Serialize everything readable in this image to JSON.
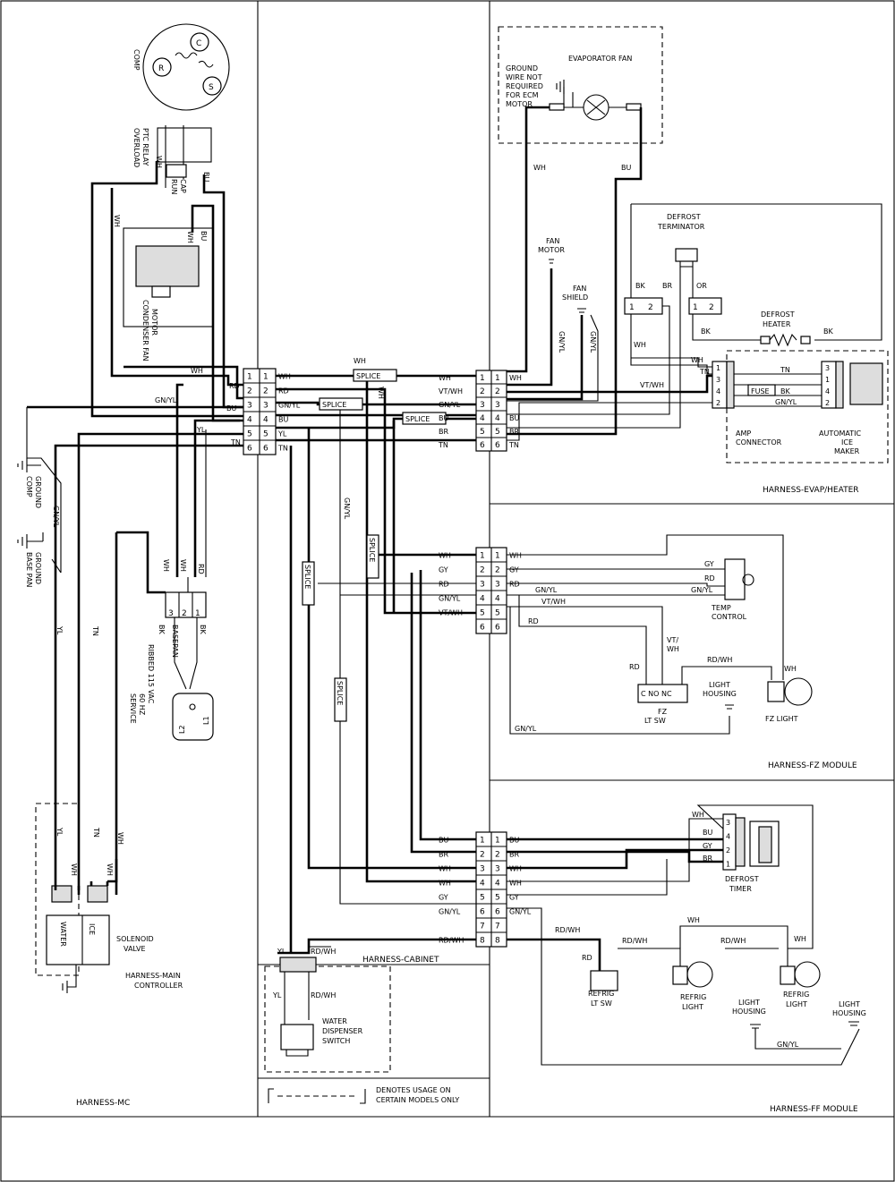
{
  "harness_labels": {
    "mc": "HARNESS-MC",
    "cabinet": "HARNESS-CABINET",
    "evap_heater": "HARNESS-EVAP/HEATER",
    "fz_module": "HARNESS-FZ MODULE",
    "ff_module": "HARNESS-FF MODULE",
    "main_controller": [
      "HARNESS-MAIN",
      "CONTROLLER"
    ]
  },
  "components": {
    "comp": "COMP",
    "overload_ptc": [
      "OVERLOAD",
      "PTC RELAY"
    ],
    "run_cap": [
      "RUN",
      "CAP"
    ],
    "condenser_fan_motor": [
      "CONDENSER FAN",
      "MOTOR"
    ],
    "comp_ground": [
      "COMP",
      "GROUND"
    ],
    "base_pan_ground": [
      "BASE PAN",
      "GROUND"
    ],
    "basepan": "BASEPAN",
    "service_cord": [
      "RIBBED  115 VAC",
      "60 HZ",
      "SERVICE"
    ],
    "solenoid_valve": [
      "SOLENOID",
      "VALVE"
    ],
    "water": "WATER",
    "ice": "ICE",
    "evaporator_fan": "EVAPORATOR FAN",
    "ground_note": [
      "GROUND",
      "WIRE NOT",
      "REQUIRED",
      "FOR ECM",
      "MOTOR"
    ],
    "fan_motor": [
      "FAN",
      "MOTOR"
    ],
    "fan_shield": [
      "FAN",
      "SHIELD"
    ],
    "defrost_terminator": [
      "DEFROST",
      "TERMINATOR"
    ],
    "defrost_heater": [
      "DEFROST",
      "HEATER"
    ],
    "amp_connector": [
      "AMP",
      "CONNECTOR"
    ],
    "automatic_ice_maker": [
      "AUTOMATIC",
      "ICE",
      "MAKER"
    ],
    "fuse": "FUSE",
    "temp_control": [
      "TEMP",
      "CONTROL"
    ],
    "light_housing": [
      "LIGHT",
      "HOUSING"
    ],
    "fz_light": "FZ LIGHT",
    "fz_lt_sw": [
      "FZ",
      "LT SW"
    ],
    "defrost_timer": [
      "DEFROST",
      "TIMER"
    ],
    "refrig_lt_sw": [
      "REFRIG",
      "LT SW"
    ],
    "refrig_light": [
      "REFRIG",
      "LIGHT"
    ],
    "water_dispenser_switch": [
      "WATER",
      "DISPENSER",
      "SWITCH"
    ],
    "splice": "SPLICE",
    "switch_terms": "C  NO  NC",
    "pin_1": "1",
    "pin_2": "2",
    "r": "R",
    "c": "C",
    "s": "S",
    "l1": "L1",
    "l2": "L2"
  },
  "legend": [
    "DENOTES USAGE ON",
    "CERTAIN MODELS ONLY"
  ],
  "wire_colors": {
    "wh": "WH",
    "rd": "RD",
    "gnyl": "GN/YL",
    "bu": "BU",
    "yl": "YL",
    "tn": "TN",
    "vtwh": "VT/WH",
    "br": "BR",
    "bk": "BK",
    "gy": "GY",
    "rdwh": "RD/WH",
    "or": "OR",
    "vt_wh": [
      "VT/",
      "WH"
    ]
  },
  "connectors": {
    "c1_left": [
      "WH",
      "RD",
      "GN/YL",
      "BU",
      "YL",
      "TN"
    ],
    "c1_pins": [
      "1",
      "2",
      "3",
      "4",
      "5",
      "6"
    ],
    "c2_left": [
      "WH",
      "VT/WH",
      "GN/YL",
      "BU",
      "BR",
      "TN"
    ],
    "c2_right": [
      "WH",
      "",
      "",
      "BU",
      "BR",
      "TN"
    ],
    "c3_left": [
      "WH",
      "GY",
      "RD",
      "GN/YL",
      "VT/WH",
      ""
    ],
    "c3_right": [
      "WH",
      "GY",
      "RD",
      "",
      "",
      ""
    ],
    "c4_left": [
      "BU",
      "BR",
      "WH",
      "WH",
      "GY",
      "GN/YL",
      "",
      "RD/WH"
    ],
    "c4_right": [
      "BU",
      "BR",
      "WH",
      "WH",
      "GY",
      "GN/YL",
      "",
      ""
    ],
    "c4_pins": [
      "1",
      "2",
      "3",
      "4",
      "5",
      "6",
      "7",
      "8"
    ],
    "amp_pins": [
      "1",
      "3",
      "4",
      "2"
    ],
    "ice_pins": [
      "3",
      "1",
      "4",
      "2"
    ],
    "timer_pins": [
      "3",
      "4",
      "2",
      "1"
    ],
    "basepan_pins": [
      "1",
      "2",
      "3"
    ]
  }
}
